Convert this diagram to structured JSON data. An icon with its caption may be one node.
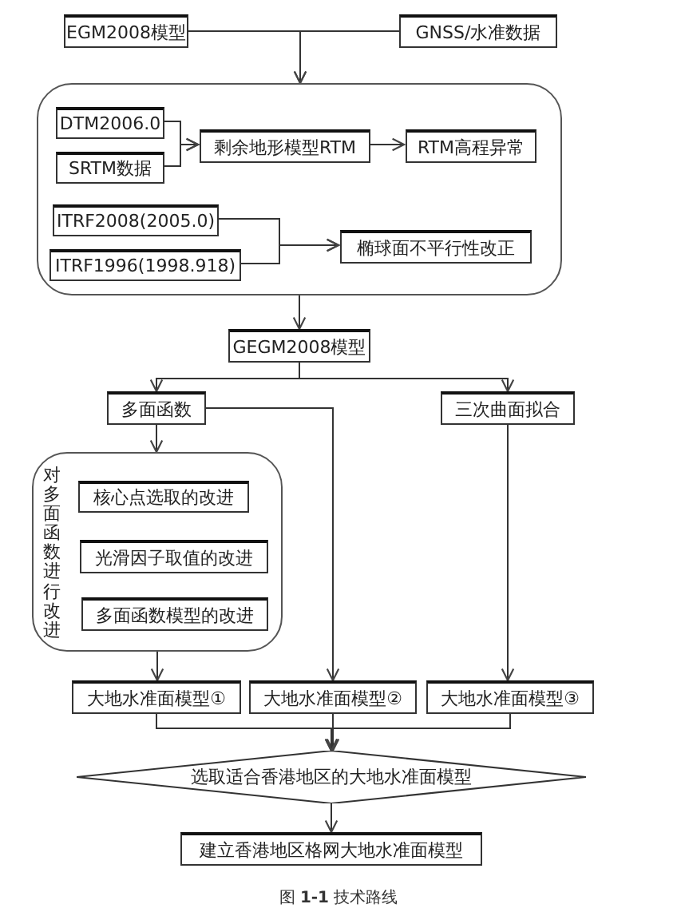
{
  "diagram": {
    "caption": "图 **1-1** 技术路线",
    "nodes": [
      {
        "text": [
          "EGM2008模型"
        ]
      },
      {
        "text": [
          "GNSS/水准数据"
        ]
      },
      {
        "text": [],
        "shape": "box"
      },
      {
        "text": [
          "DTM2006.0"
        ],
        "in": 2
      },
      {
        "text": [
          "SRTM数据"
        ],
        "in": 2
      },
      {
        "text": [
          "剩余地形模型RTM"
        ],
        "in": 2
      },
      {
        "text": [
          "RTM高程异常"
        ],
        "in": 2
      },
      {
        "text": [
          "ITRF2008(2005.0)"
        ],
        "in": 2
      },
      {
        "text": [
          "ITRF1996(1998.918)"
        ],
        "in": 2
      },
      {
        "text": [
          "椭球面不平行性改正"
        ],
        "in": 2
      },
      {
        "text": [
          "GEGM2008模型"
        ]
      },
      {
        "text": [
          "多面函数"
        ]
      },
      {
        "text": [
          "三次曲面拟合"
        ]
      },
      {
        "text": [
          "对多面函数进行改进"
        ]
      },
      {
        "text": [
          "核心点选取的改进"
        ],
        "in": 13
      },
      {
        "text": [
          "光滑因子取值的改进"
        ],
        "in": 13
      },
      {
        "text": [
          "多面函数模型的改进"
        ],
        "in": 13
      },
      {
        "text": [
          "大地水准面模型①"
        ]
      },
      {
        "text": [
          "大地水准面模型②"
        ]
      },
      {
        "text": [
          "大地水准面模型③"
        ]
      },
      {
        "text": [
          "选取适合香港地区的大地水准面模型"
        ]
      },
      {
        "text": [
          "建立香港地区格网大地水准面模型"
        ]
      }
    ],
    "edges": [
      {
        "from": 0,
        "to": 2,
        "arrow": "to"
      },
      {
        "from": 1,
        "to": 2,
        "arrow": "to"
      },
      {
        "from": 3,
        "to": 5,
        "arrow": "to"
      },
      {
        "from": 4,
        "to": 5,
        "arrow": "to"
      },
      {
        "from": 5,
        "to": 6,
        "arrow": "to"
      },
      {
        "from": 7,
        "to": 9,
        "arrow": "to"
      },
      {
        "from": 8,
        "to": 9,
        "arrow": "to"
      },
      {
        "from": 2,
        "to": 10,
        "arrow": "to"
      },
      {
        "from": 10,
        "to": 11,
        "arrow": "to"
      },
      {
        "from": 10,
        "to": 12,
        "arrow": "to"
      },
      {
        "from": 11,
        "to": 13,
        "arrow": "to"
      },
      {
        "from": 11,
        "to": 18,
        "arrow": "to"
      },
      {
        "from": 12,
        "to": 19,
        "arrow": "to"
      },
      {
        "from": 13,
        "to": 17,
        "arrow": "to"
      },
      {
        "from": 17,
        "to": 20,
        "arrow": "to"
      },
      {
        "from": 18,
        "to": 20,
        "arrow": "to"
      },
      {
        "from": 19,
        "to": 20,
        "arrow": "to"
      },
      {
        "from": 20,
        "to": 21,
        "arrow": "to"
      }
    ]
  }
}
